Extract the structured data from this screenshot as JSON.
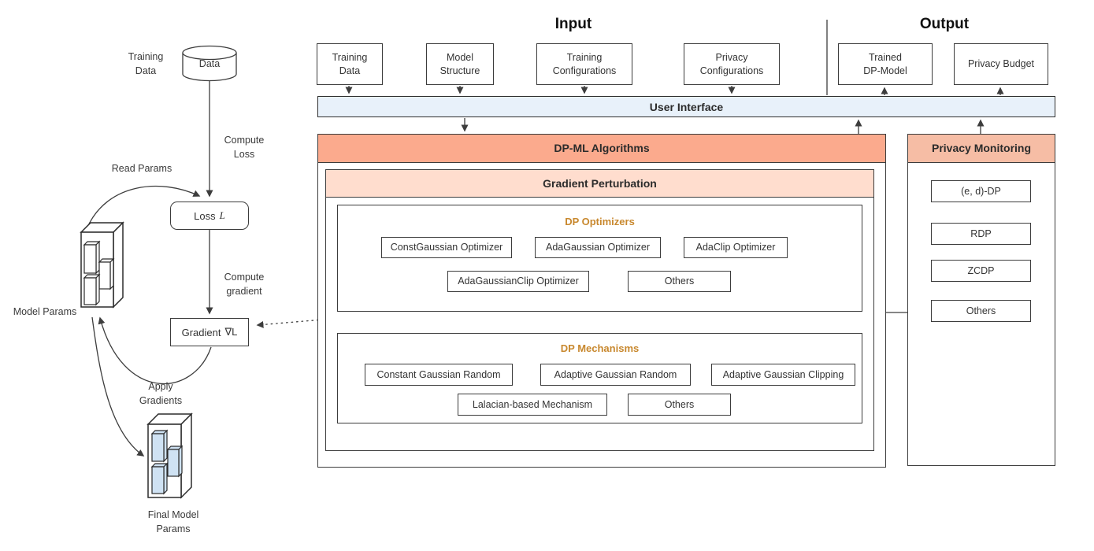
{
  "titles": {
    "input": "Input",
    "output": "Output"
  },
  "user_interface": {
    "label": "User Interface"
  },
  "input_boxes": [
    "Training\nData",
    "Model\nStructure",
    "Training\nConfigurations",
    "Privacy\nConfigurations"
  ],
  "output_boxes": [
    "Trained\nDP-Model",
    "Privacy Budget"
  ],
  "flow": {
    "training_data_label": "Training\nData",
    "data_label": "Data",
    "compute_loss": "Compute\nLoss",
    "read_params": "Read Params",
    "loss_word": "Loss",
    "loss_symbol": "L",
    "compute_gradient": "Compute\ngradient",
    "gradient_word": "Gradient",
    "gradient_symbol": "∇L",
    "apply_gradients": "Apply\nGradients",
    "model_params": "Model Params",
    "final_model_params": "Final Model\nParams"
  },
  "dpml": {
    "title": "DP-ML Algorithms",
    "gradient_perturbation_title": "Gradient Perturbation",
    "dp_optimizers": {
      "title": "DP Optimizers",
      "row1": [
        "ConstGaussian Optimizer",
        "AdaGaussian Optimizer",
        "AdaClip Optimizer"
      ],
      "row2": [
        "AdaGaussianClip Optimizer",
        "Others"
      ]
    },
    "dp_mechanisms": {
      "title": "DP Mechanisms",
      "row1": [
        "Constant Gaussian Random",
        "Adaptive Gaussian Random",
        "Adaptive Gaussian Clipping"
      ],
      "row2": [
        "Lalacian-based Mechanism",
        "Others"
      ]
    }
  },
  "privacy_monitoring": {
    "title": "Privacy Monitoring",
    "items": [
      "(e, d)-DP",
      "RDP",
      "ZCDP",
      "Others"
    ]
  },
  "colors": {
    "ui_bar": "#e8f1fa",
    "dpml_header": "#fbaa8d",
    "gradient_perturbation_header": "#ffddce",
    "privacy_monitoring_header": "#f6bda5",
    "section_title_gold": "#c8882e",
    "param_block_blue": "#cfe2f3",
    "line": "#3d3d3d"
  }
}
